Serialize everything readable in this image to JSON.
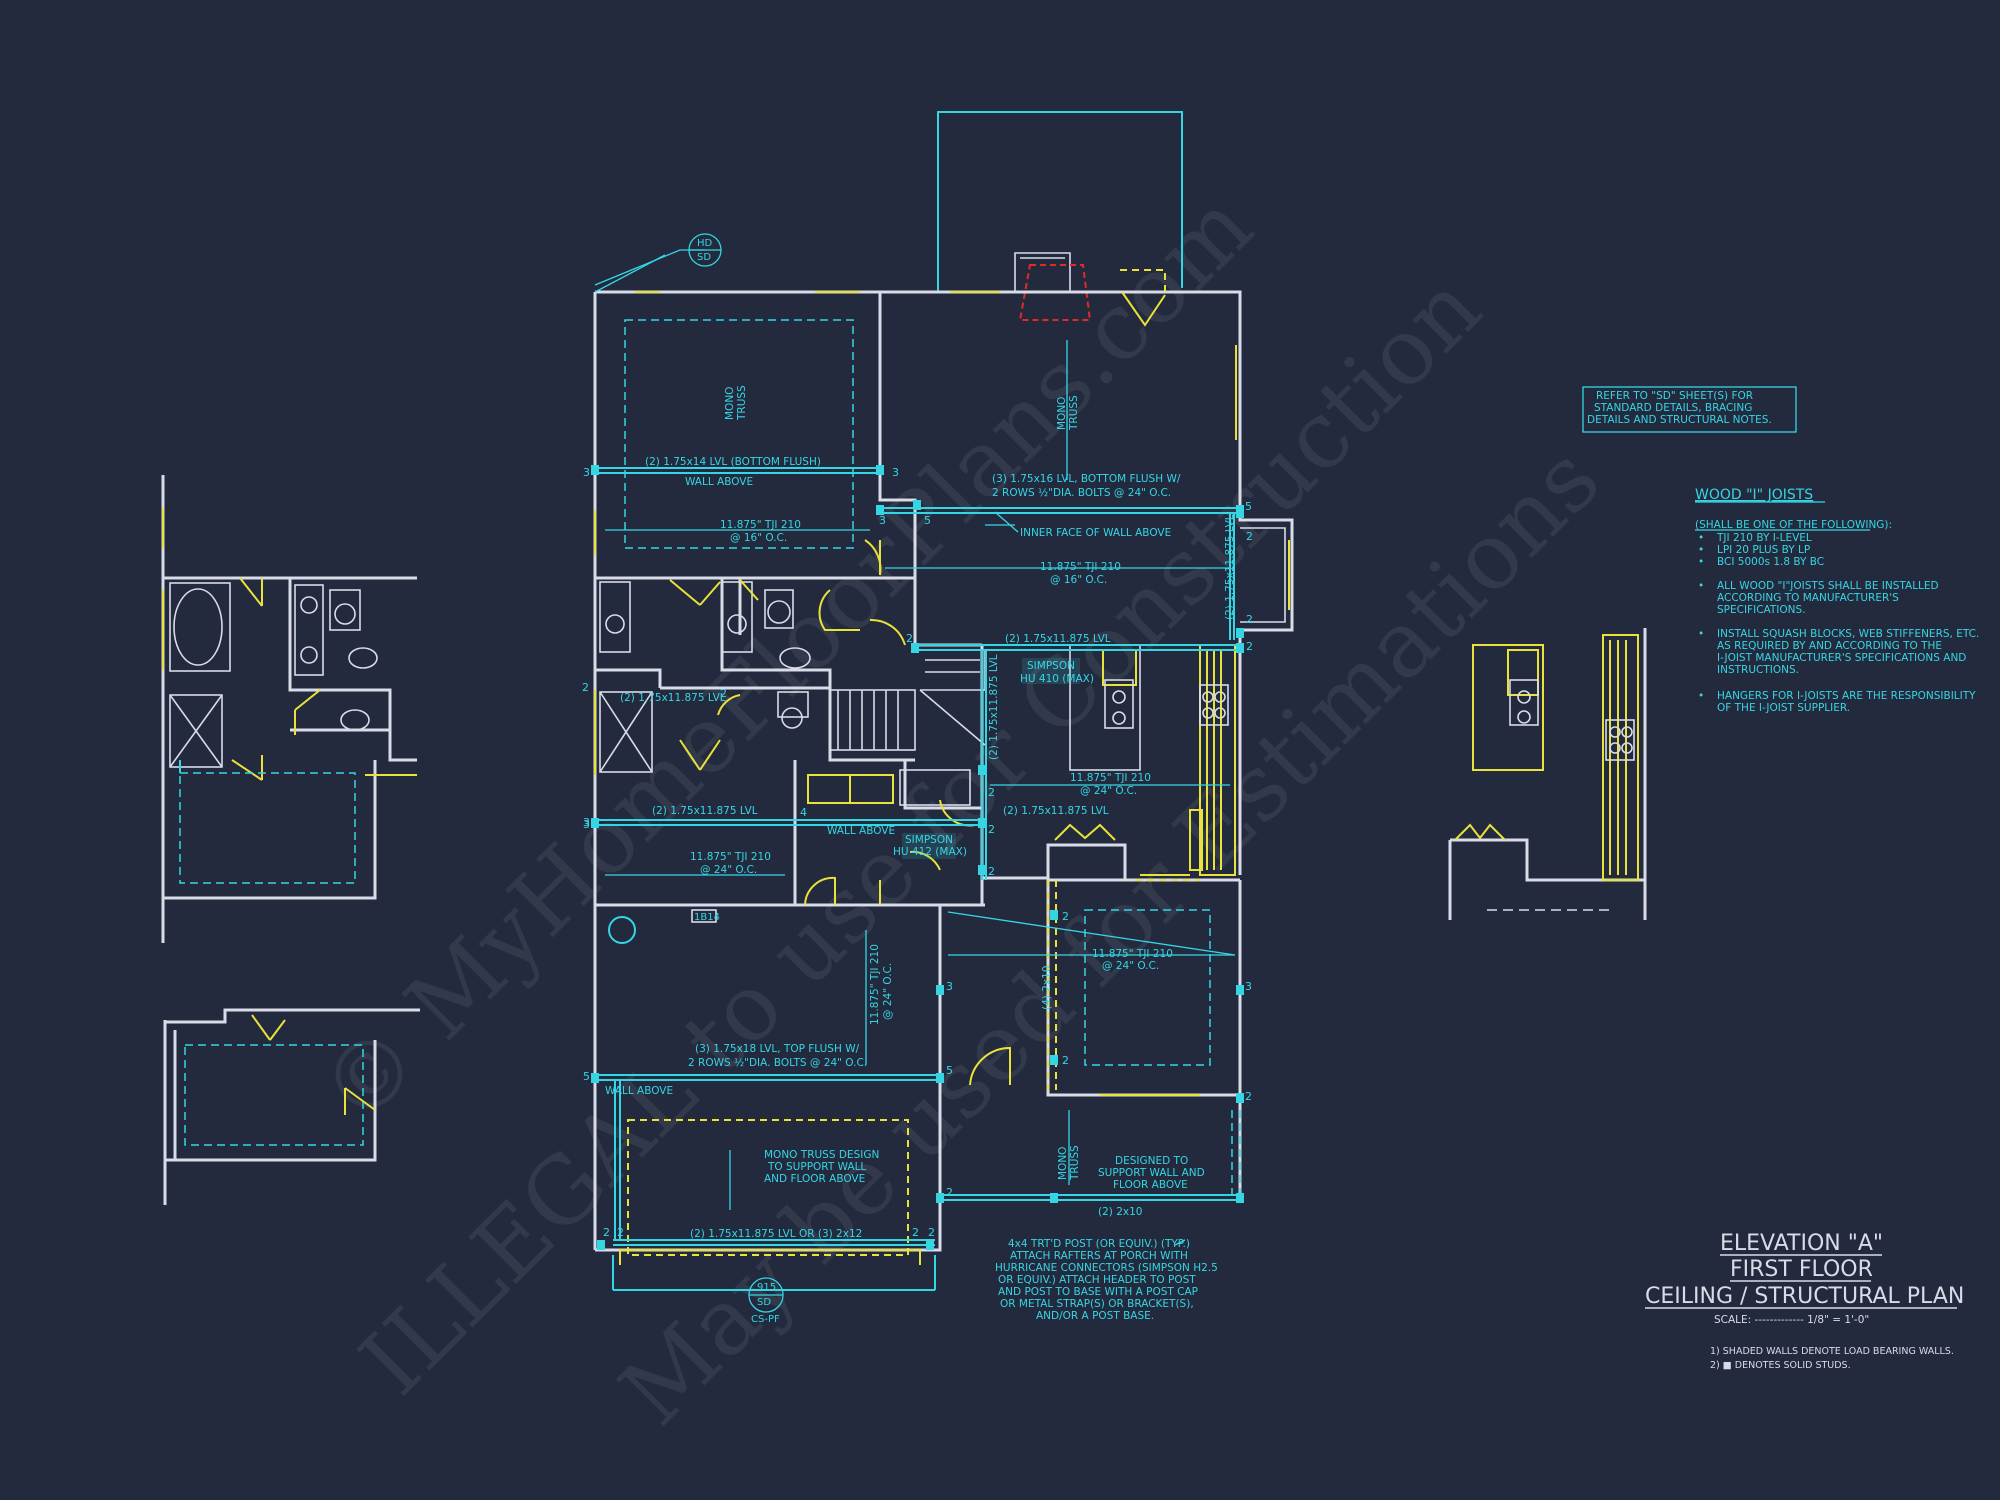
{
  "watermark": {
    "line1": "© MyHomeFloorPlans.com",
    "line2": "ILLEGAL to use for Construction",
    "line3": "May be used for Estimations"
  },
  "notes_box": {
    "line1": "REFER TO \"SD\" SHEET(S) FOR",
    "line2": "STANDARD DETAILS, BRACING",
    "line3": "DETAILS AND STRUCTURAL NOTES."
  },
  "joist_notes": {
    "title": "WOOD \"I\" JOISTS",
    "subtitle": "(SHALL BE ONE OF THE FOLLOWING):",
    "options": [
      "TJI 210 BY I-LEVEL",
      "LPI 20 PLUS BY LP",
      "BCI 5000s 1.8 BY BC"
    ],
    "bullets": [
      [
        "ALL WOOD \"I\"JOISTS SHALL BE INSTALLED",
        "ACCORDING TO MANUFACTURER'S",
        "SPECIFICATIONS."
      ],
      [
        "INSTALL SQUASH BLOCKS, WEB STIFFENERS, ETC.",
        "AS REQUIRED BY AND ACCORDING TO THE",
        "I-JOIST MANUFACTURER'S SPECIFICATIONS AND",
        "INSTRUCTIONS."
      ],
      [
        "HANGERS FOR I-JOISTS ARE THE RESPONSIBILITY",
        "OF THE I-JOIST SUPPLIER."
      ]
    ]
  },
  "title_block": {
    "line1": "ELEVATION \"A\"",
    "line2": "FIRST FLOOR",
    "line3": "CEILING / STRUCTURAL PLAN",
    "scale_label": "SCALE: ------------- 1/8\" = 1'-0\"",
    "note1": "1) SHADED WALLS DENOTE LOAD BEARING WALLS.",
    "note2": "2) ■ DENOTES SOLID STUDS."
  },
  "callouts": {
    "hd_top": "HD",
    "hd_bottom": "SD",
    "section_top": "915",
    "section_bottom": "SD",
    "section_ref": "CS-PF",
    "beam_1b": "1B14"
  },
  "plan_labels": {
    "lvl_bottom_flush": "(2) 1.75x14 LVL (BOTTOM FLUSH)",
    "wall_above_1": "WALL ABOVE",
    "tji_16_a1": "11.875\" TJI 210",
    "tji_16_a2": "@ 16\" O.C.",
    "mono_truss_1a": "MONO",
    "mono_truss_1b": "TRUSS",
    "mono_truss_2a": "MONO",
    "mono_truss_2b": "TRUSS",
    "lvl16_1": "(3) 1.75x16 LVL, BOTTOM FLUSH W/",
    "lvl16_2": "2 ROWS ½\"DIA. BOLTS @ 24\" O.C.",
    "inner_face": "INNER FACE OF WALL ABOVE",
    "tji_16_b1": "11.875\" TJI 210",
    "tji_16_b2": "@ 16\" O.C.",
    "lvl11_right_vert": "(2) 1.75x11.875 LVL",
    "lvl11_right_top": "(2) 1.75x11.875 LVL",
    "simpson_1a": "SIMPSON",
    "simpson_1b": "HU 410 (MAX)",
    "lvl11_center_vert": "(2) 1.75x11.875 LVL",
    "lvl11_left_upper": "(2) 1.75x11.875 LVL",
    "tji_24_a1": "11.875\" TJI 210",
    "tji_24_a2": "@ 24\" O.C.",
    "lvl11_left_mid": "(2) 1.75x11.875 LVL",
    "wall_above_2": "WALL ABOVE",
    "simpson_2a": "SIMPSON",
    "simpson_2b": "HU 412 (MAX)",
    "lvl11_center_mid": "(2) 1.75x11.875 LVL",
    "tji_24_b1": "11.875\" TJI 210",
    "tji_24_b2": "@ 24\" O.C.",
    "tji_24_vert1": "11.875\" TJI 210",
    "tji_24_vert2": "@ 24\" O.C.",
    "tji_24_c1": "11.875\" TJI 210",
    "tji_24_c2": "@ 24\" O.C.",
    "four_2x10": "(4) 2x10",
    "lvl18_1": "(3) 1.75x18 LVL, TOP FLUSH W/",
    "lvl18_2": "2 ROWS ½\"DIA. BOLTS @ 24\" O.C.",
    "wall_above_3": "WALL ABOVE",
    "mono_design1": "MONO TRUSS DESIGN",
    "mono_design2": "TO SUPPORT WALL",
    "mono_design3": "AND FLOOR ABOVE",
    "mono_truss_3a": "MONO",
    "mono_truss_3b": "TRUSS",
    "designed1": "DESIGNED TO",
    "designed2": "SUPPORT WALL AND",
    "designed3": "FLOOR ABOVE",
    "two_2x10": "(2) 2x10",
    "lvl_or_2x12": "(2) 1.75x11.875 LVL OR (3) 2x12",
    "post_1": "4x4 TRT'D POST (OR EQUIV.) (TYP.)",
    "post_2": "ATTACH RAFTERS AT PORCH WITH",
    "post_3": "HURRICANE CONNECTORS (SIMPSON H2.5",
    "post_4": "OR EQUIV.) ATTACH HEADER TO POST",
    "post_5": "AND POST TO BASE WITH A POST CAP",
    "post_6": "OR METAL STRAP(S) OR BRACKET(S),",
    "post_7": "AND/OR A POST BASE."
  },
  "stud_counts": {
    "n3a": "3",
    "n3b": "3",
    "n3c": "3",
    "n3d": "3",
    "n5a": "5",
    "n5b": "5",
    "n2a": "2",
    "n2b": "2",
    "n2c": "2",
    "n2d": "2",
    "n2e": "2",
    "n2f": "2",
    "n3e": "3",
    "n4": "4",
    "n2g": "2",
    "n2h": "2",
    "n2i": "2",
    "n3f": "3",
    "n3g": "3",
    "n5c": "5",
    "n2j": "2",
    "n2k": "2",
    "n5d": "5",
    "n2l": "2",
    "n2m": "2",
    "n2n": "2",
    "n2o": "2",
    "n2p": "2",
    "n2q": "2"
  }
}
